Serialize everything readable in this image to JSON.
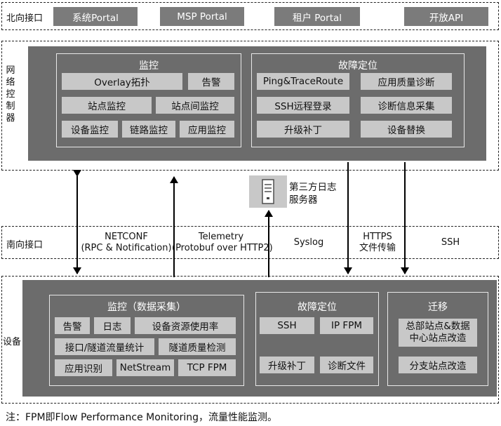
{
  "north": {
    "label": "北向接口",
    "items": [
      "系统Portal",
      "MSP Portal",
      "租户 Portal",
      "开放API"
    ]
  },
  "controller": {
    "label": "网络控制器",
    "monitor": {
      "title": "监控",
      "row1": [
        "Overlay拓扑",
        "告警"
      ],
      "row2": [
        "站点监控",
        "站点间监控"
      ],
      "row3": [
        "设备监控",
        "链路监控",
        "应用监控"
      ]
    },
    "fault": {
      "title": "故障定位",
      "items": [
        "Ping&TraceRoute",
        "应用质量诊断",
        "SSH远程登录",
        "诊断信息采集",
        "升级补丁",
        "设备替换"
      ]
    }
  },
  "log_server": {
    "line1": "第三方日志",
    "line2": "服务器"
  },
  "south": {
    "label": "南向接口",
    "netconf": {
      "line1": "NETCONF",
      "line2": "(RPC & Notification)"
    },
    "telemetry": {
      "line1": "Telemetry",
      "line2": "(Protobuf over HTTP2)"
    },
    "syslog": "Syslog",
    "https": {
      "line1": "HTTPS",
      "line2": "文件传输"
    },
    "ssh": "SSH"
  },
  "device": {
    "label": "设备",
    "monitor": {
      "title": "监控（数据采集）",
      "row1": [
        "告警",
        "日志",
        "设备资源使用率"
      ],
      "row2": [
        "接口/隧道流量统计",
        "隧道质量检测"
      ],
      "row3": [
        "应用识别",
        "NetStream",
        "TCP FPM"
      ]
    },
    "fault": {
      "title": "故障定位",
      "items": [
        "SSH",
        "IP FPM",
        "升级补丁",
        "诊断文件"
      ]
    },
    "migrate": {
      "title": "迁移",
      "item1_line1": "总部站点&数据",
      "item1_line2": "中心站点改造",
      "item2": "分支站点改造"
    }
  },
  "note": "注：FPM即Flow Performance Monitoring，流量性能监测。"
}
